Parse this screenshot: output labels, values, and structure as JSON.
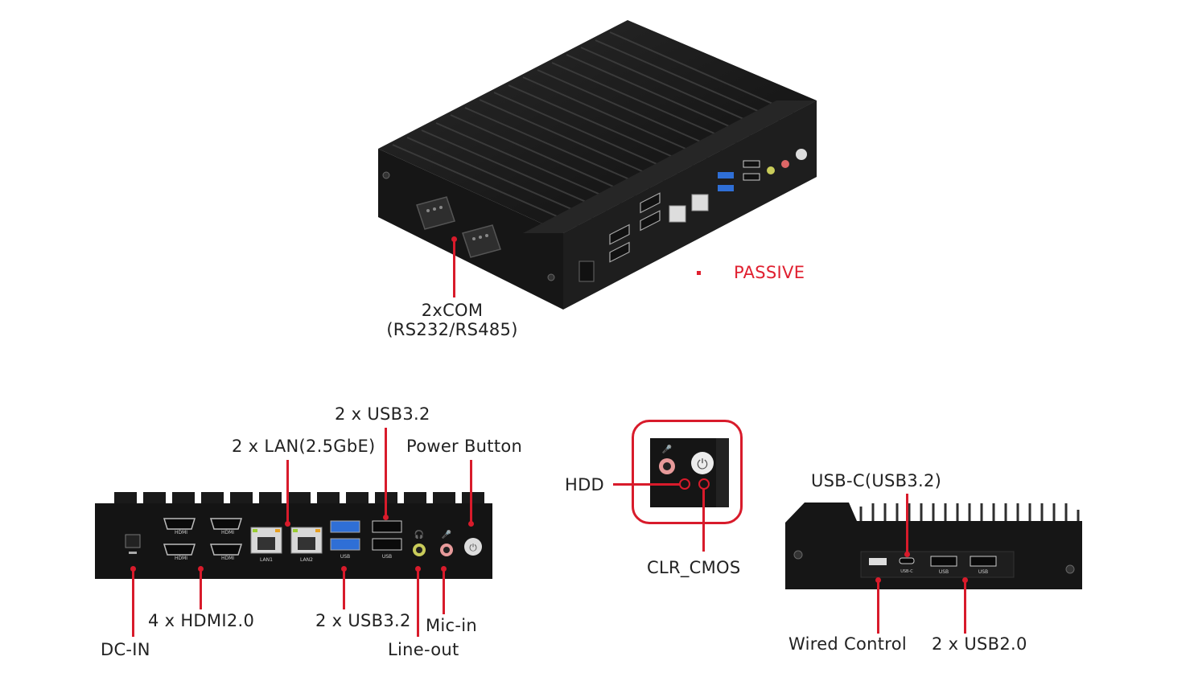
{
  "top_view": {
    "com_label_line1": "2xCOM",
    "com_label_line2": "(RS232/RS485)",
    "passive_label": "PASSIVE"
  },
  "front_view": {
    "usb32_top_label": "2 x USB3.2",
    "lan_label": "2 x LAN(2.5GbE)",
    "power_button_label": "Power Button",
    "hdmi_label": "4 x HDMI2.0",
    "usb32_bottom_label": "2 x USB3.2",
    "mic_in_label": "Mic-in",
    "line_out_label": "Line-out",
    "dc_in_label": "DC-IN",
    "port_print": {
      "hdmi": "HDMI",
      "lan1": "LAN1",
      "lan2": "LAN2",
      "usb": "USB"
    }
  },
  "zoom_view": {
    "hdd_label": "HDD",
    "clr_cmos_label": "CLR_CMOS"
  },
  "side_view": {
    "usbc_label": "USB-C(USB3.2)",
    "wired_control_label": "Wired Control",
    "usb20_label": "2 x USB2.0",
    "port_print": {
      "usbc": "USB-C",
      "usb": "USB"
    }
  },
  "colors": {
    "accent": "#d81b2b",
    "device_body": "#1b1b1b",
    "usb3_blue": "#2f6fd6"
  }
}
